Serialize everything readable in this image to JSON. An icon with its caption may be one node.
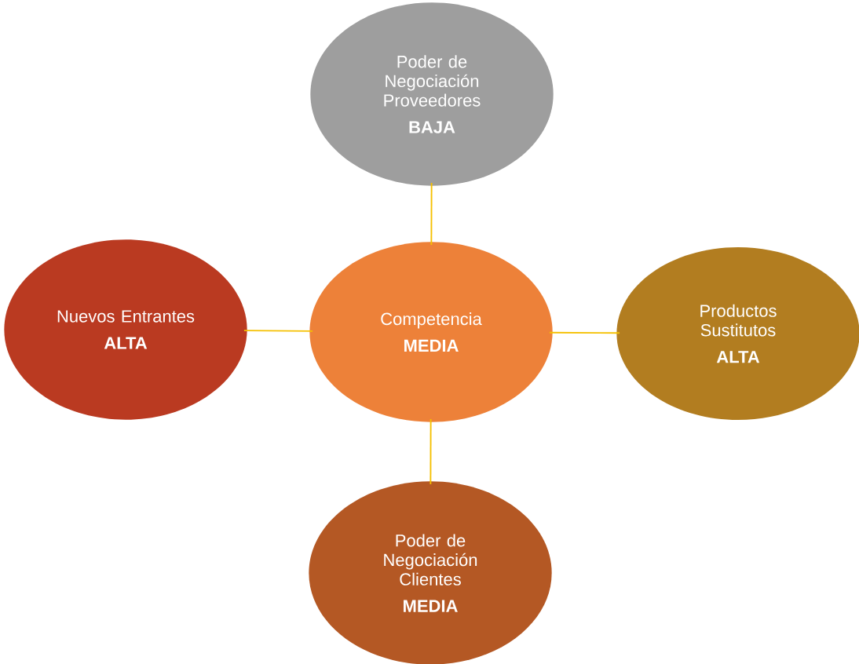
{
  "diagram": {
    "nodes": [
      {
        "text": [
          "Poder de Negociación Proveedores",
          "BAJA"
        ]
      },
      {
        "text": [
          "Nuevos Entrantes",
          "ALTA"
        ]
      },
      {
        "text": [
          "Competencia",
          "MEDIA"
        ]
      },
      {
        "text": [
          "Productos Sustitutos",
          "ALTA"
        ]
      },
      {
        "text": [
          "Poder de Negociación Clientes",
          "MEDIA"
        ]
      }
    ],
    "edges": [
      {
        "from": 0,
        "to": 2,
        "arrow": "none"
      },
      {
        "from": 1,
        "to": 2,
        "arrow": "none"
      },
      {
        "from": 3,
        "to": 2,
        "arrow": "none"
      },
      {
        "from": 4,
        "to": 2,
        "arrow": "none"
      }
    ]
  }
}
